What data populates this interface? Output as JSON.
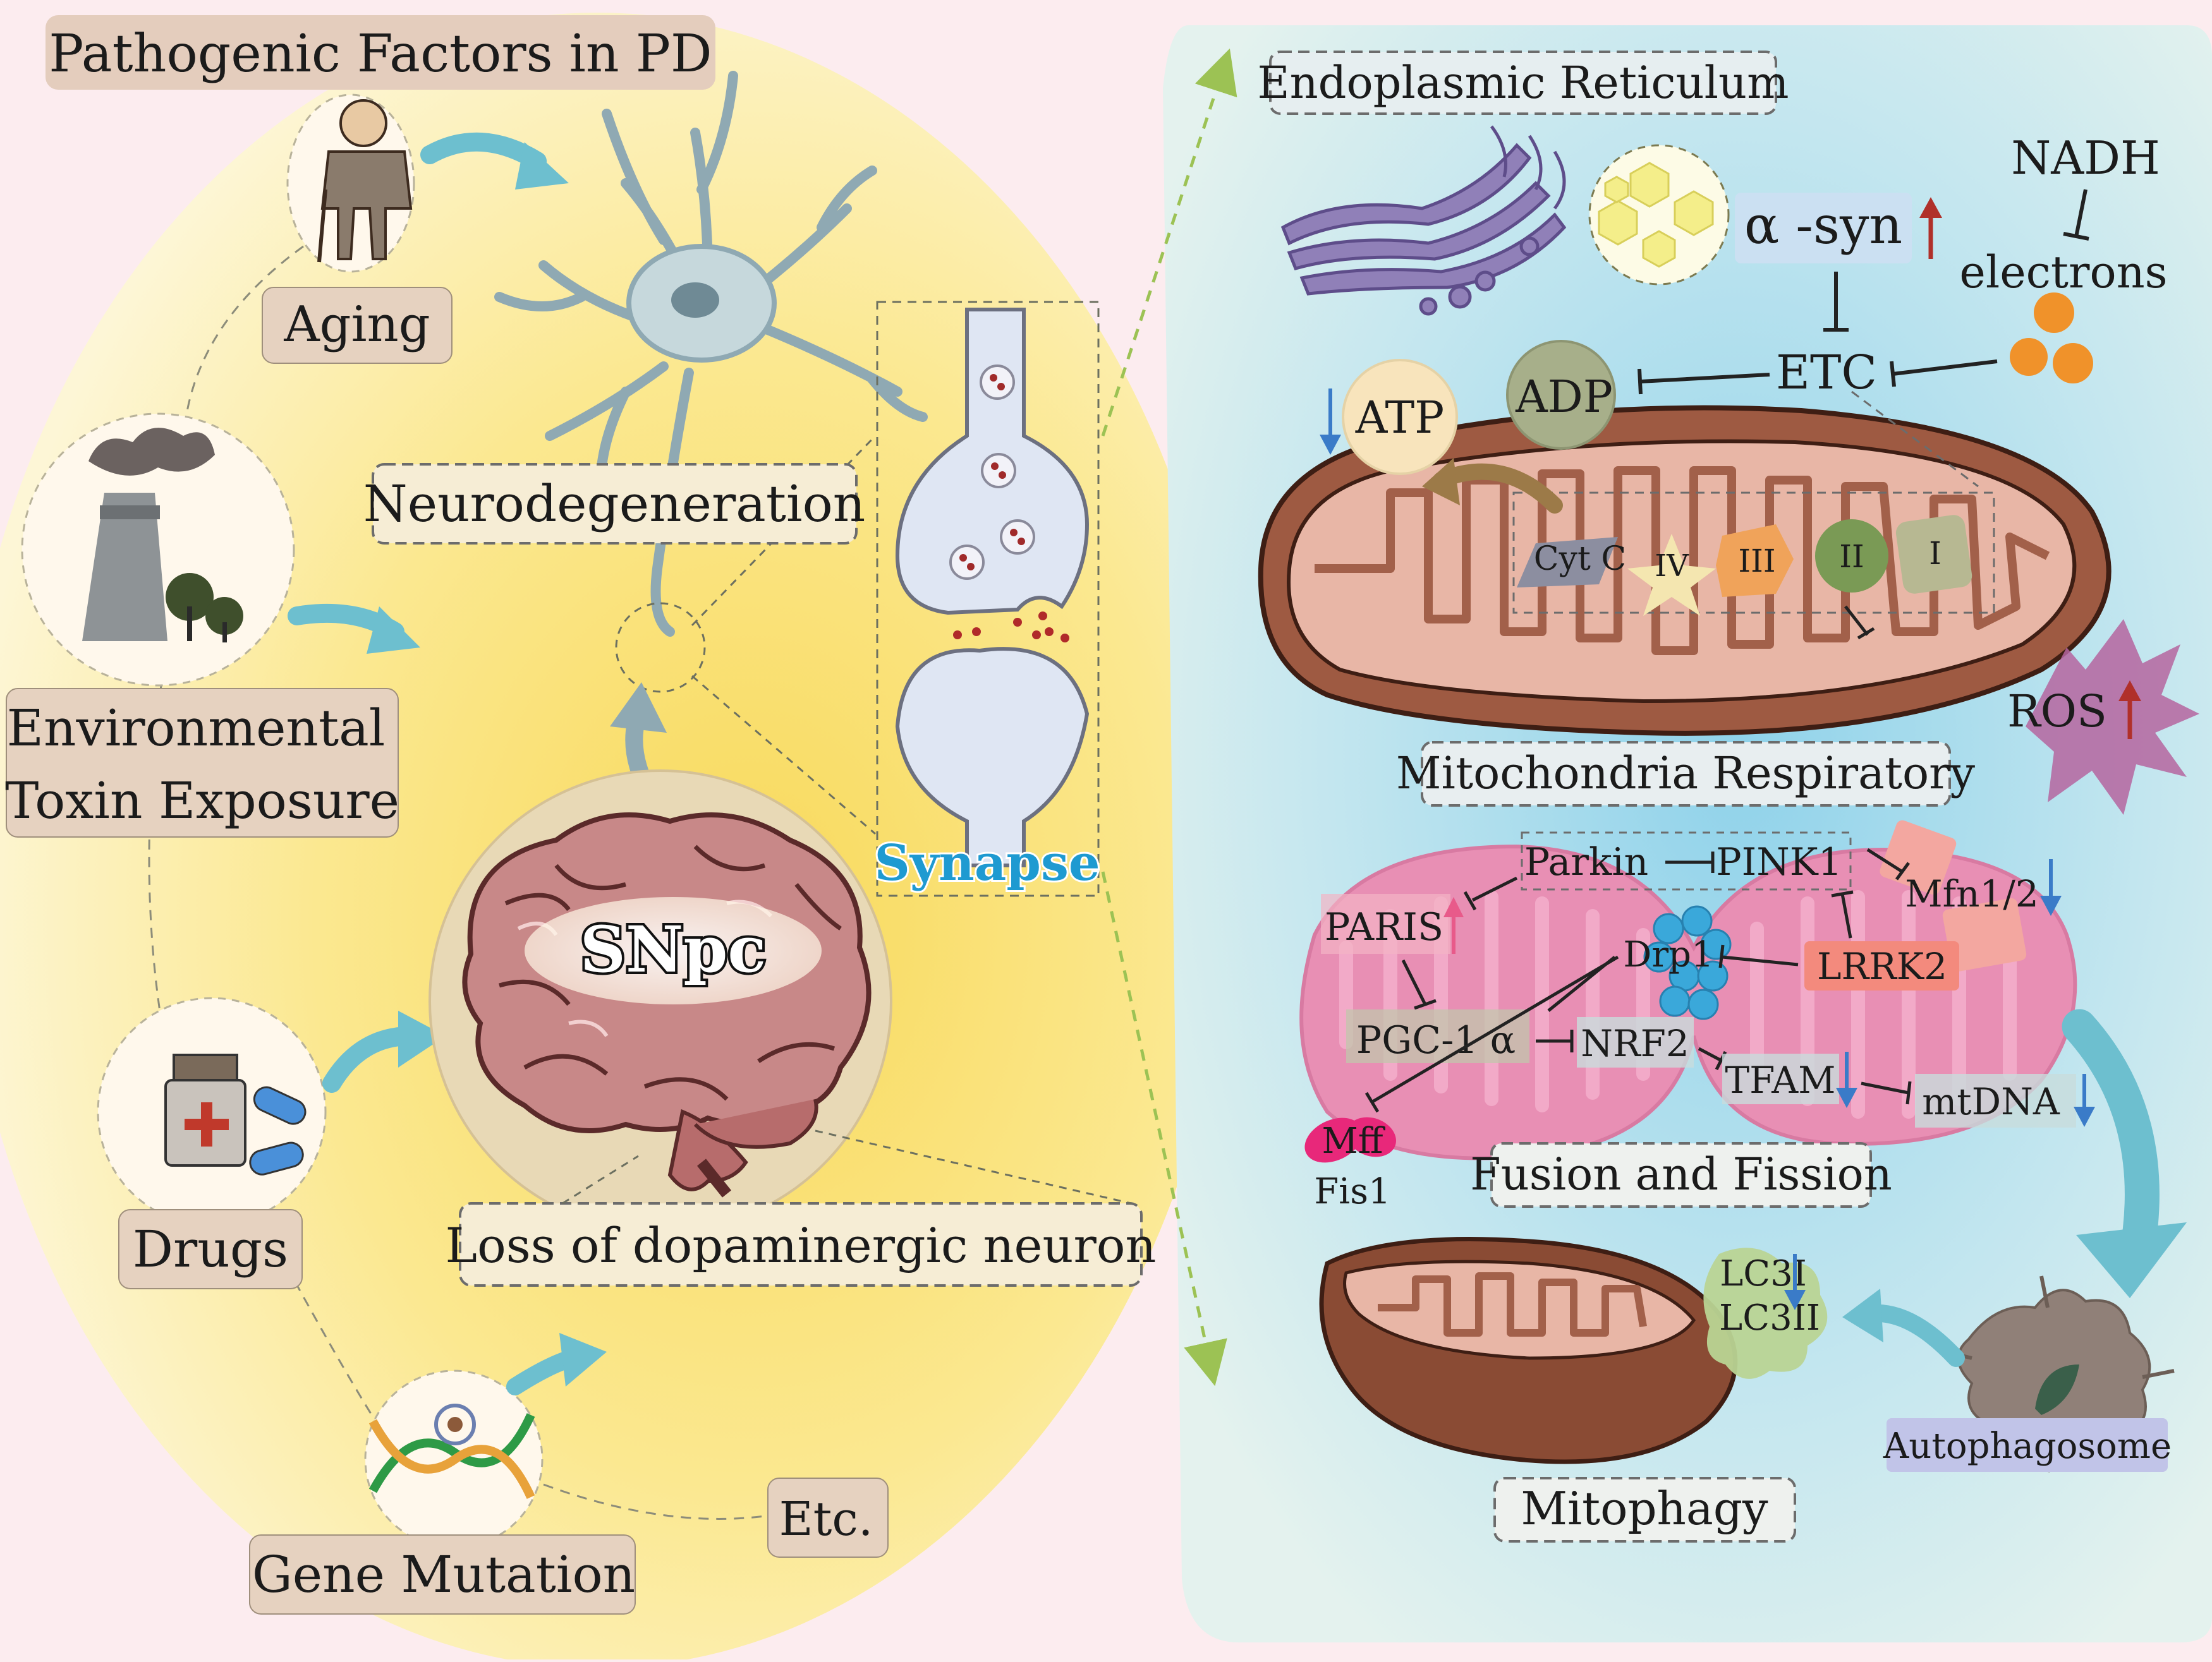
{
  "left": {
    "title": "Pathogenic Factors in PD",
    "factors": {
      "aging": "Aging",
      "environmental_line1": "Environmental",
      "environmental_line2": "Toxin Exposure",
      "drugs": "Drugs",
      "gene_mutation": "Gene Mutation",
      "etc": "Etc."
    },
    "neurodegeneration": "Neurodegeneration",
    "snpc": "SNpc",
    "synapse": "Synapse",
    "loss": "Loss of dopaminergic neuron"
  },
  "right": {
    "er": "Endoplasmic Reticulum",
    "alpha_syn": "α -syn",
    "nadh": "NADH",
    "electrons": "electrons",
    "etc": "ETC",
    "atp": "ATP",
    "adp": "ADP",
    "cytc": "Cyt C",
    "complex_iv": "IV",
    "complex_iii": "III",
    "complex_ii": "II",
    "complex_i": "I",
    "ros": "ROS",
    "mito_resp": "Mitochondria Respiratory",
    "parkin": "Parkin",
    "pink1": "PINK1",
    "mfn": "Mfn1/2",
    "paris": "PARIS",
    "drp1": "Drp1",
    "lrrk2": "LRRK2",
    "pgc": "PGC-1 α",
    "nrf2": "NRF2",
    "tfam": "TFAM",
    "mtdna": "mtDNA",
    "mff": "Mff",
    "fis1": "Fis1",
    "fusion": "Fusion and Fission",
    "lc3i": "LC3I",
    "lc3ii": "LC3II",
    "autophagosome": "Autophagosome",
    "mitophagy": "Mitophagy"
  }
}
